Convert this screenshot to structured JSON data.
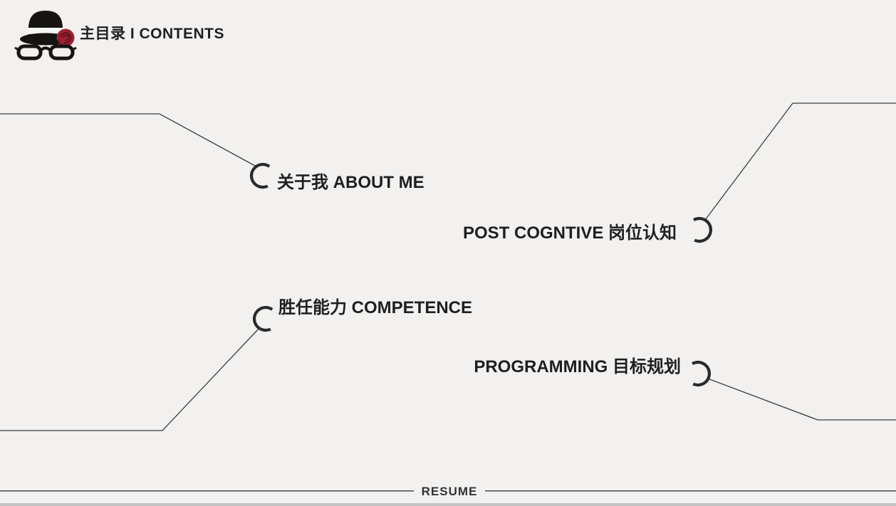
{
  "slide": {
    "header": {
      "title": "主目录 I CONTENTS",
      "logo_icon": "hat-glasses-rose-logo"
    },
    "items": [
      {
        "id": "about-me",
        "label": "关于我 ABOUT ME",
        "align": "left"
      },
      {
        "id": "post-cognitive",
        "label": "POST COGNTIVE 岗位认知",
        "align": "right"
      },
      {
        "id": "competence",
        "label": "胜任能力 COMPETENCE",
        "align": "left"
      },
      {
        "id": "programming",
        "label": "PROGRAMMING 目标规划",
        "align": "right"
      }
    ],
    "footer": {
      "label": "RESUME"
    },
    "colors": {
      "background": "#f2f1f0",
      "text": "#1f1f1f",
      "connector_line": "#3d3d3d",
      "circle_marker": "#2a2a2a",
      "logo_black": "#161412",
      "rose_red": "#9b2130",
      "footer_line_dark": "#4c4c4c",
      "footer_line_light": "#9a9a9a",
      "bottom_strip": "#c3c3c3"
    }
  }
}
